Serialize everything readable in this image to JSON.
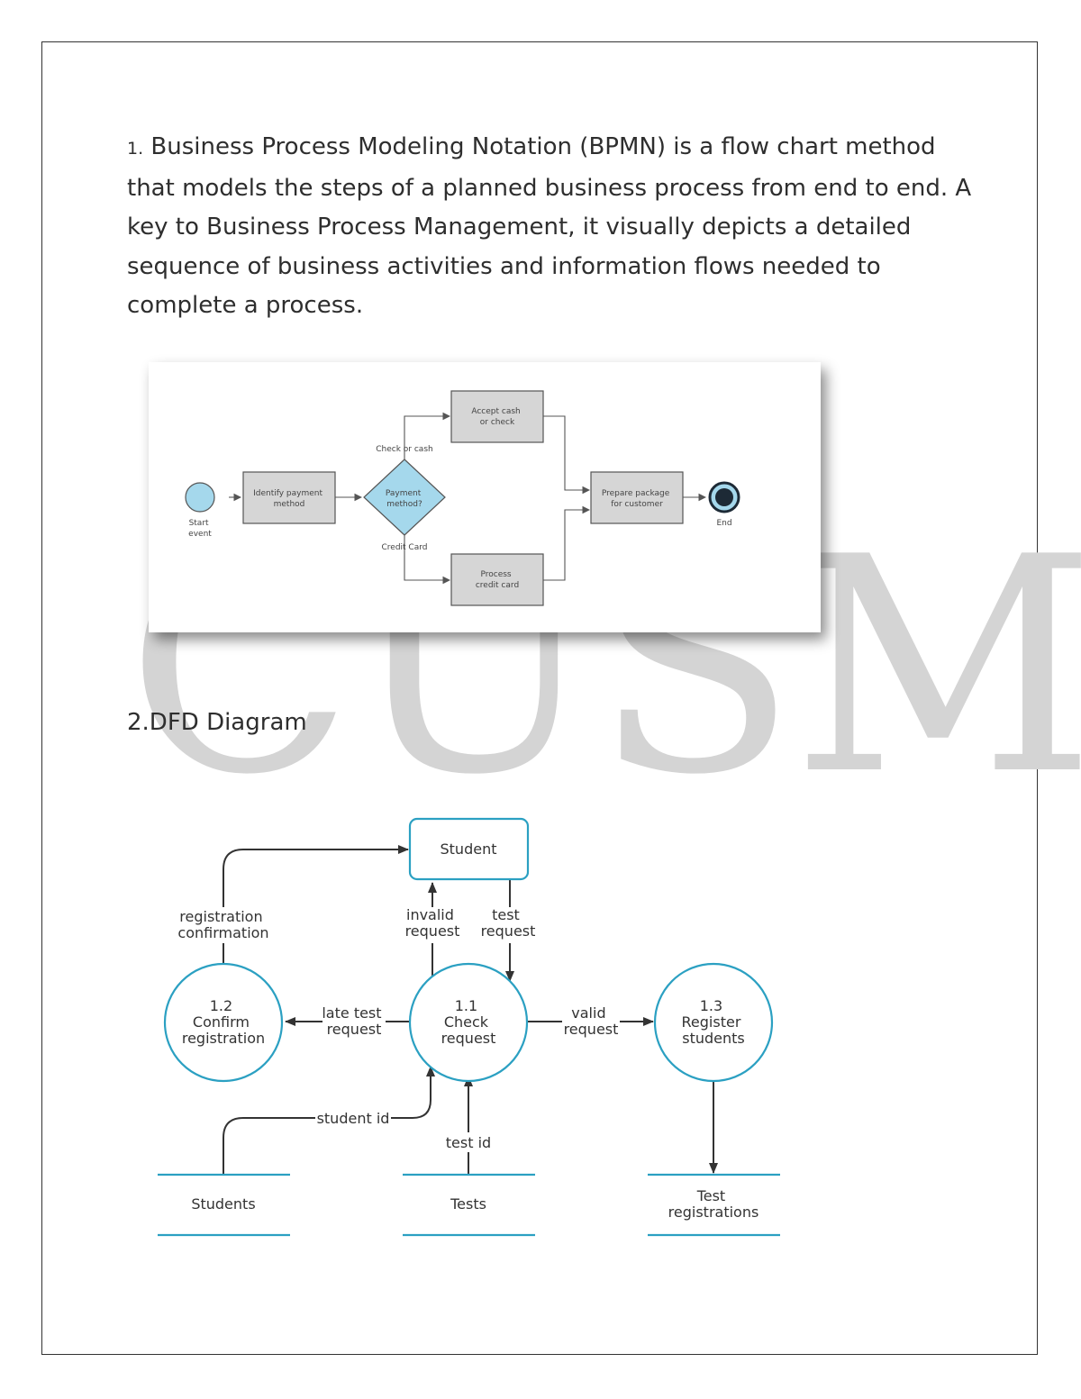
{
  "watermark": "CUSM",
  "section1": {
    "number": "1.",
    "text": " Business Process Modeling Notation (BPMN) is a flow chart method that models the steps of a planned business process from end to end. A key to Business Process Management, it visually depicts a detailed sequence of business activities and information flows needed to complete a process."
  },
  "bpmn": {
    "start_event": [
      "Start",
      "event"
    ],
    "identify_task": [
      "Identify payment",
      "method"
    ],
    "gateway": [
      "Payment",
      "method?"
    ],
    "branch_top": "Check or cash",
    "branch_bottom": "Credit Card",
    "accept_task": [
      "Accept cash",
      "or check"
    ],
    "process_task": [
      "Process",
      "credit card"
    ],
    "prepare_task": [
      "Prepare package",
      "for customer"
    ],
    "end_event": "End"
  },
  "section2": {
    "heading": "2.DFD Diagram"
  },
  "dfd": {
    "entity": "Student",
    "process_confirm": [
      "1.2",
      "Confirm",
      "registration"
    ],
    "process_check": [
      "1.1",
      "Check",
      "request"
    ],
    "process_register": [
      "1.3",
      "Register",
      "students"
    ],
    "flow_registration_confirmation": [
      "registration",
      "confirmation"
    ],
    "flow_invalid_request": [
      "invalid",
      "request"
    ],
    "flow_test_request": [
      "test",
      "request"
    ],
    "flow_late_test_request": [
      "late test",
      "request"
    ],
    "flow_valid_request": [
      "valid",
      "request"
    ],
    "flow_student_id": "student id",
    "flow_test_id": "test id",
    "store_students": "Students",
    "store_tests": "Tests",
    "store_test_registrations": [
      "Test",
      "registrations"
    ],
    "colors": {
      "dfd_stroke": "#2ba0c2",
      "bpmn_gateway": "#a5d8ec",
      "bpmn_task": "#d6d6d6"
    }
  }
}
